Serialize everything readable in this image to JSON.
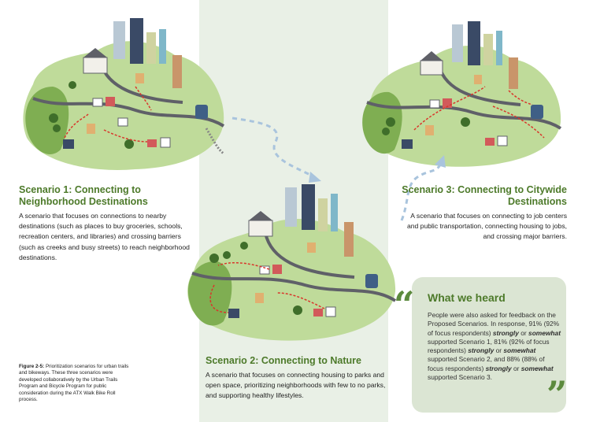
{
  "colors": {
    "green_accent": "#4d7a2a",
    "band_bg": "#e9f0e6",
    "map_light": "#bfdb9a",
    "map_dark": "#7fae52",
    "route": "#d9362b",
    "road": "#5f6068",
    "dash": "#a9c4dd",
    "box_bg": "#dbe5d3"
  },
  "scenario1": {
    "title": "Scenario 1: Connecting to Neighborhood Destinations",
    "description": "A scenario that focuses on connections to nearby destinations (such as places to buy groceries, schools, recreation centers, and libraries) and crossing barriers (such as creeks and busy streets) to reach neighborhood destinations."
  },
  "scenario2": {
    "title": "Scenario 2: Connecting to Nature",
    "description": "A scenario that focuses on connecting housing to parks and open space, prioritizing neighborhoods with few to no parks, and supporting healthy lifestyles."
  },
  "scenario3": {
    "title": "Scenario 3: Connecting to Citywide Destinations",
    "description": "A scenario that focuses on connecting to job centers and public transportation, connecting housing to jobs, and crossing major barriers."
  },
  "caption": {
    "figure": "Figure 2-5:",
    "text": "Prioritization scenarios for urban trails and bikeways. These three scenarios were developed collaboratively by the Urban Trails Program and Bicycle Program for public consideration during the ATX Walk Bike Roll process."
  },
  "what_we_heard": {
    "title": "What we heard",
    "intro": "People were also asked for feedback on the Proposed Scenarios. In response, 91% (92% of focus respondents)",
    "em1": "strongly",
    "or1": "or",
    "em2": "somewhat",
    "s1": "supported Scenario 1, 81% (92% of focus respondents)",
    "em3": "strongly",
    "or2": "or",
    "em4": "somewhat",
    "s2": "supported Scenario 2, and 88% (88% of focus respondents)",
    "em5": "strongly",
    "or3": "or",
    "em6": "somewhat",
    "s3": "supported Scenario 3."
  },
  "icons": [
    "quote-open-icon",
    "quote-close-icon",
    "skyline-icon",
    "train-icon",
    "grocery-bag-icon",
    "house-icon",
    "school-icon",
    "tree-icon"
  ]
}
